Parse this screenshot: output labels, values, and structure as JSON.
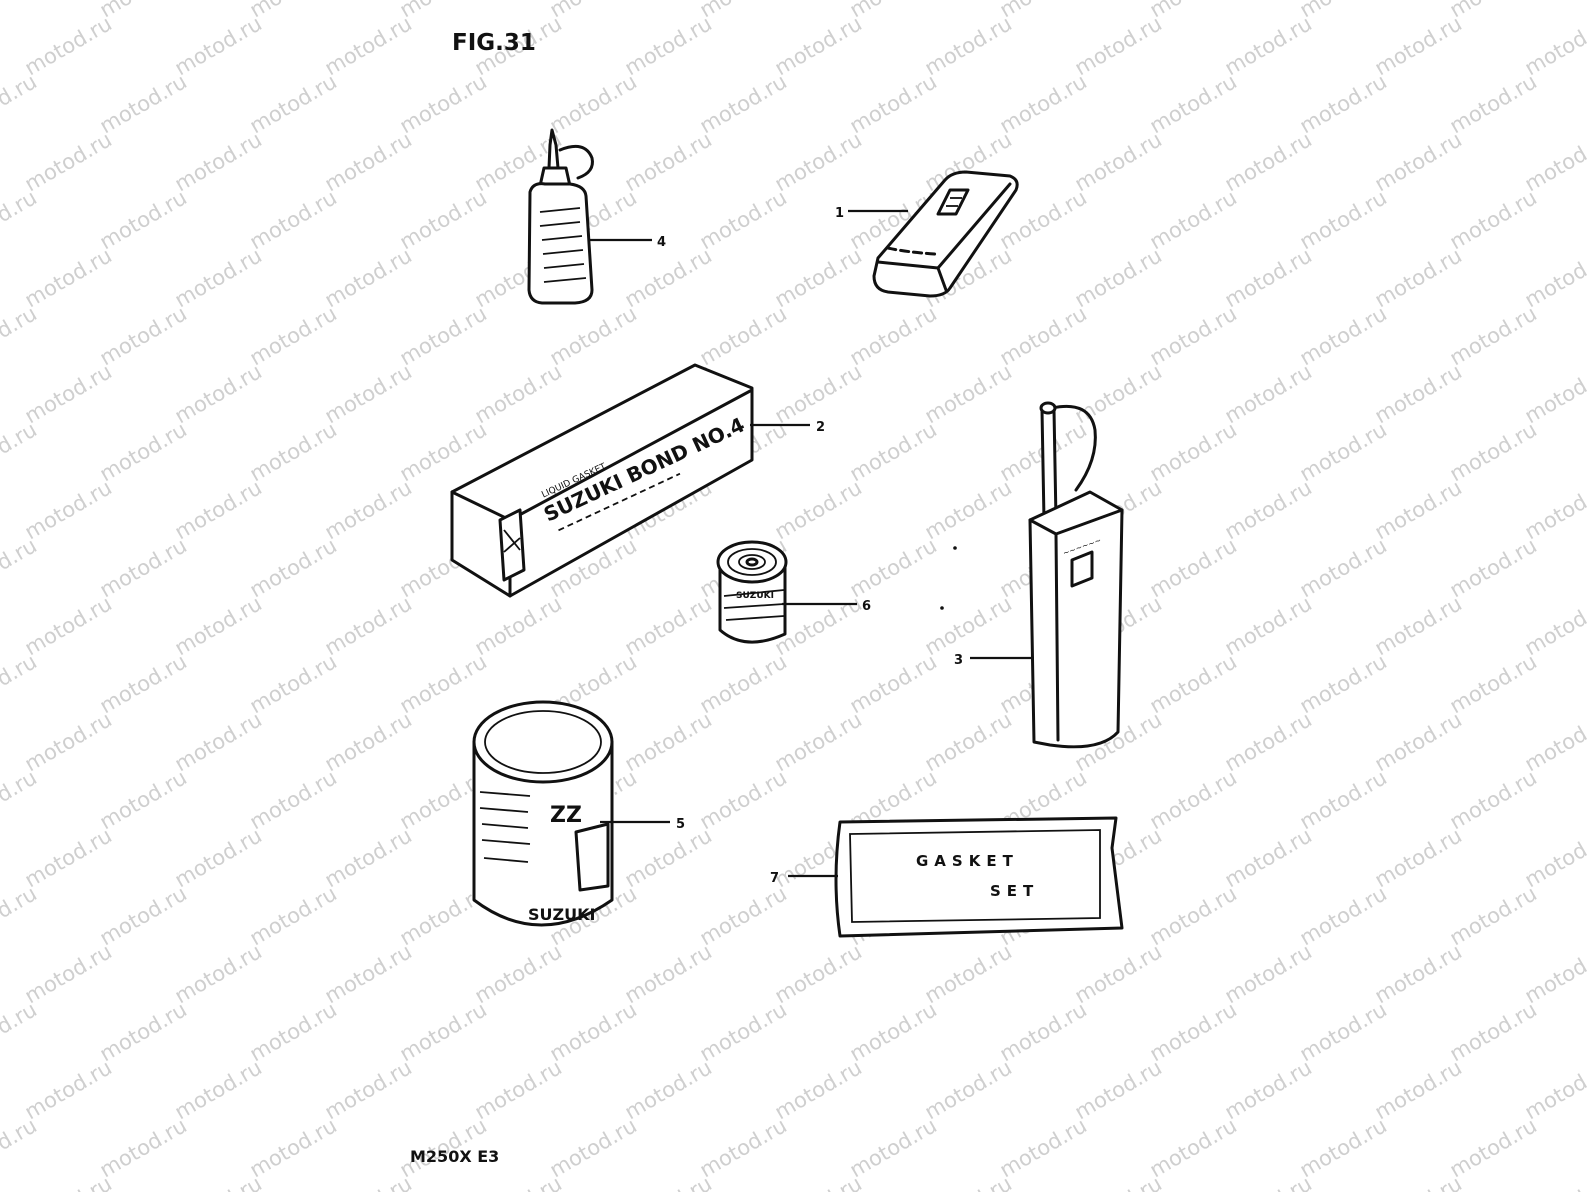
{
  "figure": {
    "title": "FIG.31",
    "code": "M250X E3"
  },
  "watermark": {
    "text": "motod.ru"
  },
  "parts": [
    {
      "ref": "1"
    },
    {
      "ref": "2",
      "print": {
        "brand": "SUZUKI BOND NO.4",
        "small": "LIQUID GASKET"
      }
    },
    {
      "ref": "3"
    },
    {
      "ref": "4"
    },
    {
      "ref": "5",
      "print": {
        "brand": "SUZUKI",
        "code": "ZZ"
      }
    },
    {
      "ref": "6",
      "print": {
        "brand": "SUZUKI"
      }
    },
    {
      "ref": "7",
      "print": {
        "line1": "GASKET",
        "line2": "SET"
      }
    }
  ]
}
